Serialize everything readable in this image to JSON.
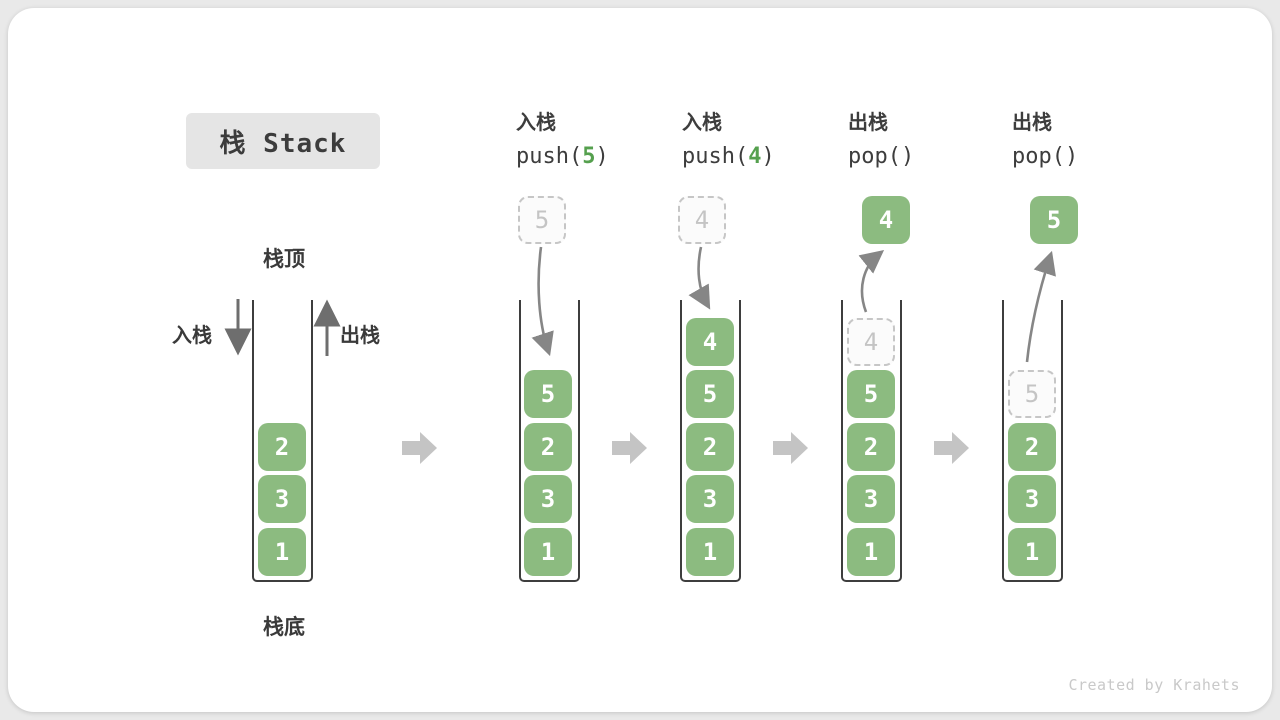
{
  "title": "栈 Stack",
  "page": {
    "watermark": "Created by Krahets"
  },
  "stack_labels": {
    "top": "栈顶",
    "bottom": "栈底",
    "push_dir": "入栈",
    "pop_dir": "出栈"
  },
  "operations": [
    {
      "name": "入栈",
      "fn": "push(",
      "arg": "5",
      "close": ")"
    },
    {
      "name": "入栈",
      "fn": "push(",
      "arg": "4",
      "close": ")"
    },
    {
      "name": "出栈",
      "fn": "pop(",
      "arg": "",
      "close": ")"
    },
    {
      "name": "出栈",
      "fn": "pop(",
      "arg": "",
      "close": ")"
    }
  ],
  "columns": [
    {
      "state": "initial",
      "blocks": [
        "2",
        "3",
        "1"
      ]
    },
    {
      "state": "after-push-5",
      "float": "5",
      "blocks": [
        "5",
        "2",
        "3",
        "1"
      ]
    },
    {
      "state": "after-push-4",
      "float": "4",
      "blocks": [
        "4",
        "5",
        "2",
        "3",
        "1"
      ]
    },
    {
      "state": "after-pop-4",
      "float": "4",
      "ghost": "4",
      "blocks": [
        "5",
        "2",
        "3",
        "1"
      ]
    },
    {
      "state": "after-pop-5",
      "float": "5",
      "ghost": "5",
      "blocks": [
        "2",
        "3",
        "1"
      ]
    }
  ],
  "colors": {
    "block_green": "#8CBB80",
    "accent_green": "#55a04e",
    "curve_arrow_gray": "#868686",
    "flow_arrow_gray": "#c4c4c4",
    "ghost_gray": "#c6c6c6",
    "title_box_bg": "#e5e5e5"
  }
}
